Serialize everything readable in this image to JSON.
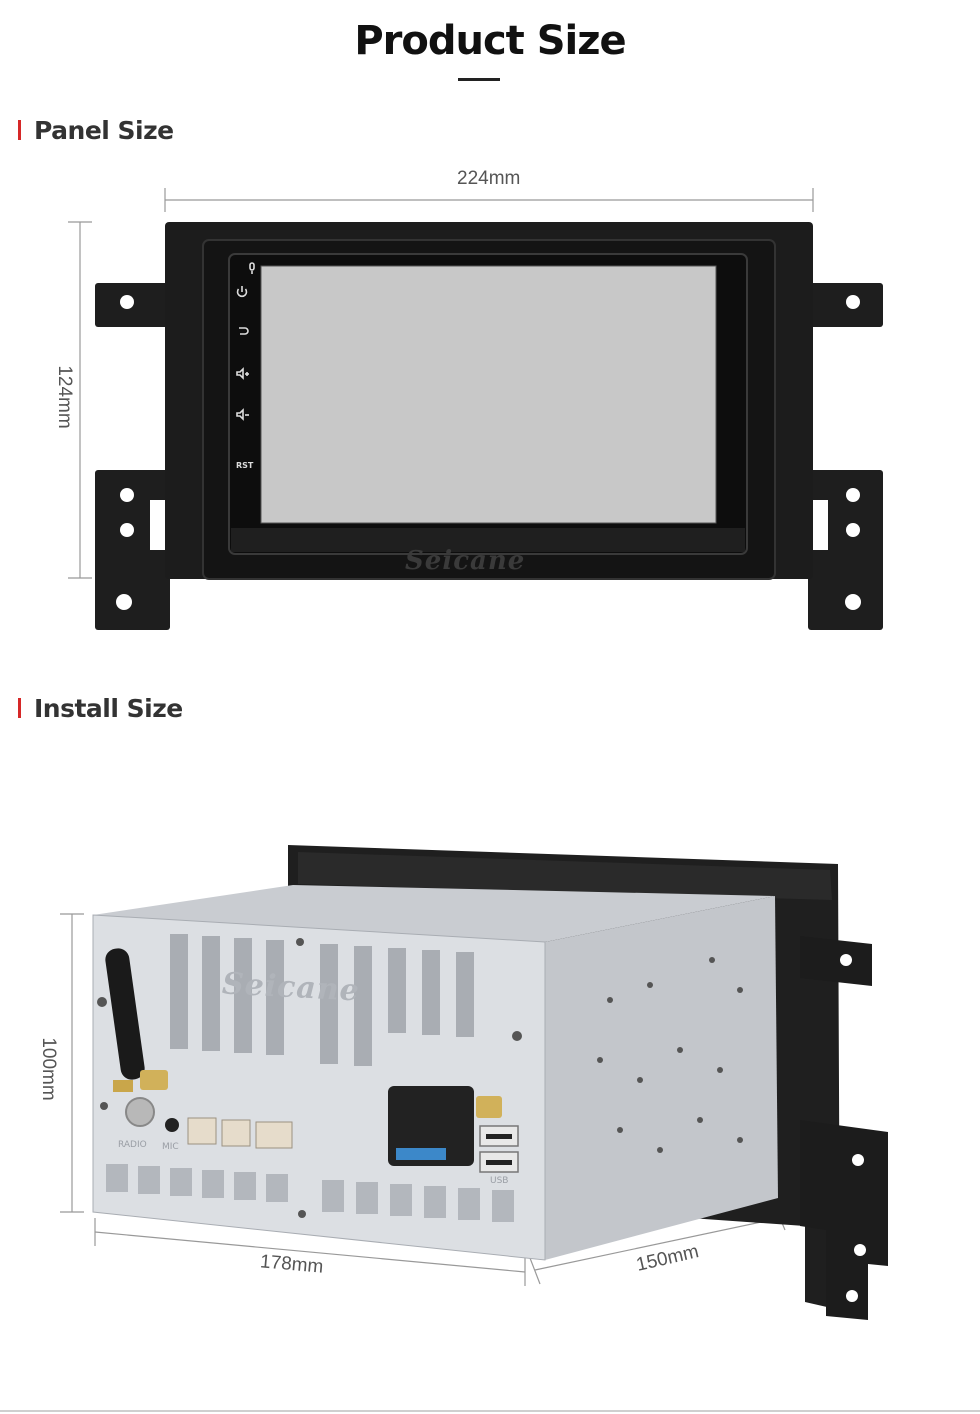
{
  "header": {
    "title": "Product Size"
  },
  "sections": {
    "panel": {
      "heading": "Panel Size",
      "width_label": "224mm",
      "height_label": "124mm",
      "brand": "Seicane",
      "button_labels": {
        "reset": "RST"
      },
      "icons": [
        "mic-icon",
        "power-icon",
        "back-icon",
        "volume-up-icon",
        "volume-down-icon"
      ]
    },
    "install": {
      "heading": "Install Size",
      "height_label": "100mm",
      "width_label": "178mm",
      "depth_label": "150mm",
      "brand": "Seicane",
      "port_labels": {
        "radio": "RADIO",
        "mic": "MIC",
        "usb": "USB"
      }
    }
  },
  "colors": {
    "accent": "#d62828",
    "screen": "#c8c8c8",
    "bezel": "#1a1a1a",
    "chassis": "#d4d7dc"
  }
}
